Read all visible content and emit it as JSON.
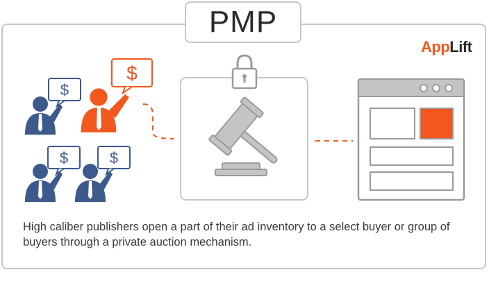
{
  "title": "PMP",
  "logo": {
    "part1": "App",
    "part2": "Lift"
  },
  "icons": {
    "buyers": "person-with-dollar-sign-bubble",
    "lock": "padlock-icon",
    "gavel": "auction-gavel-icon",
    "publisher": "browser-window-icon"
  },
  "bubble_symbol": "$",
  "colors": {
    "accent": "#f2581e",
    "buyer_blue": "#3d5a8c",
    "gray": "#c7c7c7"
  },
  "caption": "High caliber publishers open a part of their ad inventory to a select buyer or group of buyers through a private auction mechanism."
}
